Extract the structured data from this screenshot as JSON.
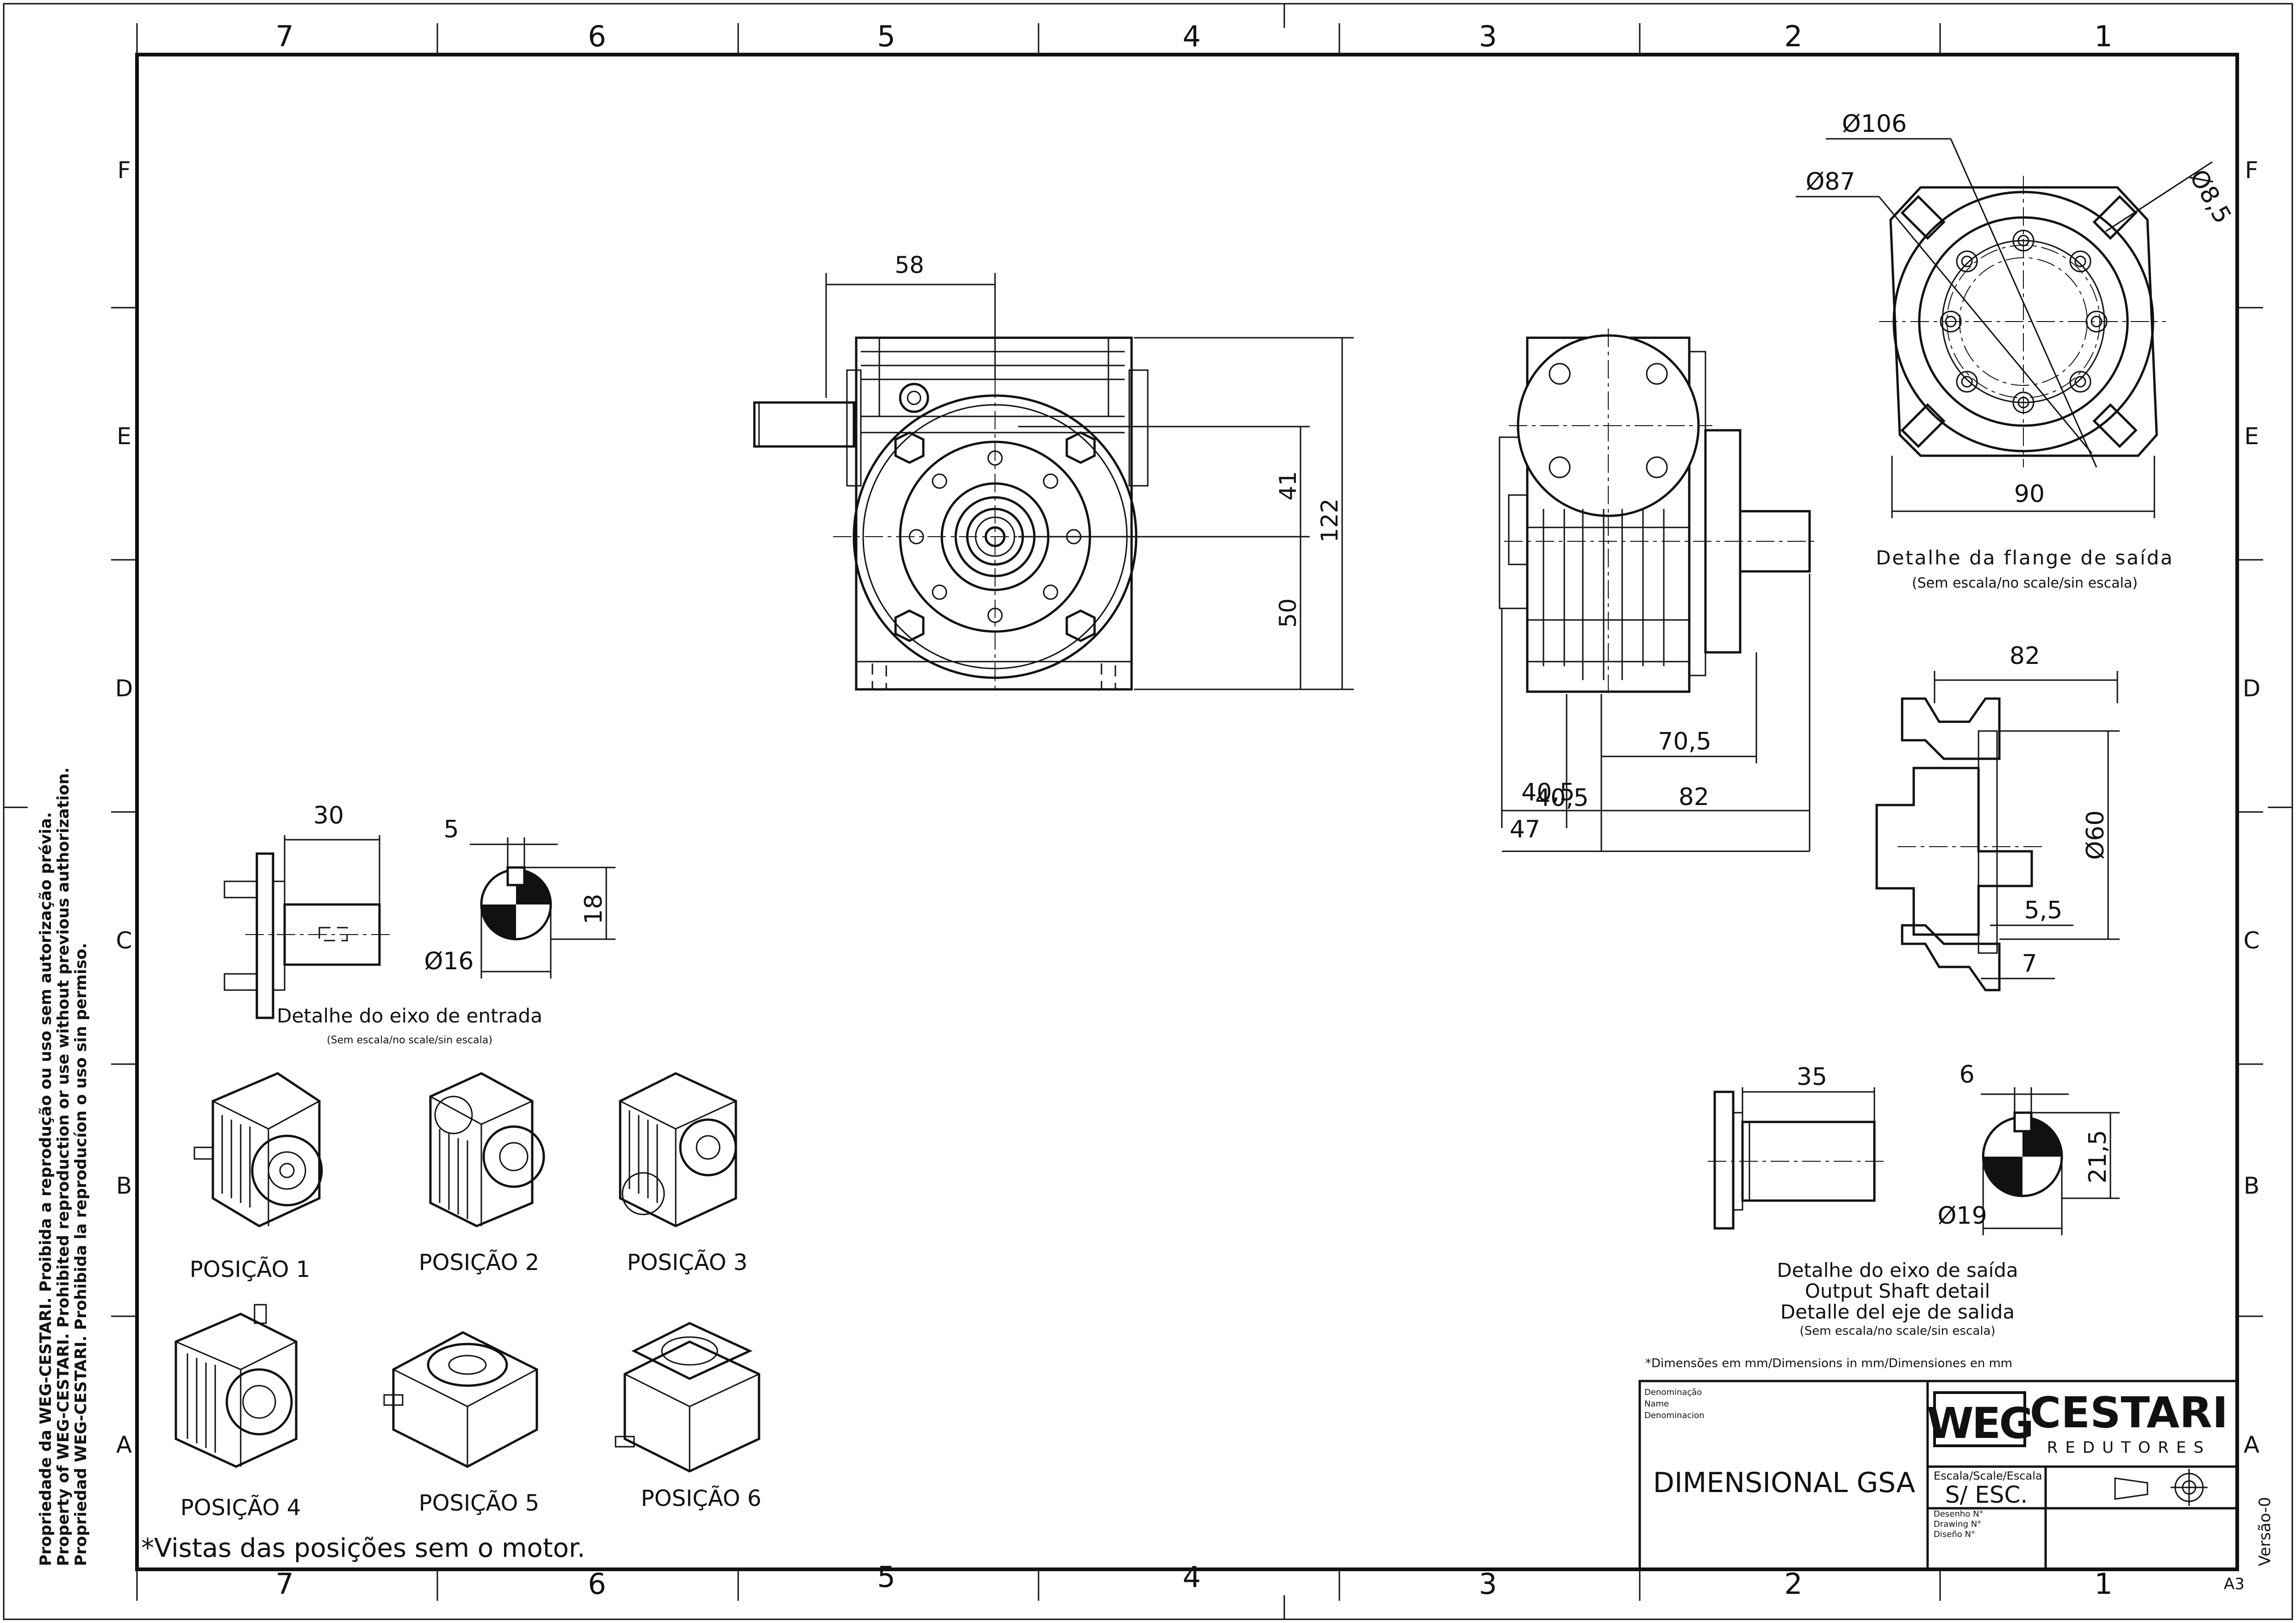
{
  "border": {
    "columns": [
      "7",
      "6",
      "5",
      "4",
      "3",
      "2",
      "1"
    ],
    "rows": [
      "F",
      "E",
      "D",
      "C",
      "B",
      "A"
    ]
  },
  "copyright": {
    "line1": "Propriedade da WEG-CESTARI. Proibida a reprodução ou uso sem autorização prévia.",
    "line2": "Property of WEG-CESTARI. Prohibited reproduction or use without previous authorization.",
    "line3": "Propriedad WEG-CESTARI. Prohibida la reproducíon o uso sin permiso."
  },
  "dimensions": {
    "d58": "58",
    "d41": "41",
    "d122": "122",
    "d50": "50",
    "d106": "Ø106",
    "d87": "Ø87",
    "d85": "Ø8,5",
    "d90": "90",
    "d82a": "82",
    "d705": "70,5",
    "d405a": "40,5",
    "d405b": "40,5",
    "d82b": "82",
    "d47": "47",
    "d60": "Ø60",
    "d55": "5,5",
    "d7": "7",
    "d30": "30",
    "d5": "5",
    "d18": "18",
    "d16": "Ø16",
    "d35": "35",
    "d6": "6",
    "d215": "21,5",
    "d19": "Ø19"
  },
  "captions": {
    "flange_title": "Detalhe da flange de saída",
    "flange_sub": "(Sem escala/no scale/sin escala)",
    "input_title": "Detalhe do eixo de entrada",
    "input_sub": "(Sem escala/no scale/sin escala)",
    "output_title1": "Detalhe do eixo de saída",
    "output_title2": "Output Shaft detail",
    "output_title3": "Detalle del eje de salida",
    "output_sub": "(Sem escala/no scale/sin escala)",
    "positions": [
      "POSIÇÃO 1",
      "POSIÇÃO 2",
      "POSIÇÃO 3",
      "POSIÇÃO 4",
      "POSIÇÃO 5",
      "POSIÇÃO 6"
    ],
    "views_note": "*Vistas das posições sem o motor.",
    "units_note": "*Dimensões em mm/Dimensions in mm/Dimensiones en mm"
  },
  "title_block": {
    "denominacao_label1": "Denominação",
    "denominacao_label2": "Name",
    "denominacao_label3": "Denominacion",
    "title": "DIMENSIONAL GSA",
    "brand_weg": "WEG",
    "brand_name": "CESTARI",
    "brand_sub": "REDUTORES",
    "scale_label": "Escala/Scale/Escala",
    "scale_value": "S/  ESC.",
    "drawing_label1": "Desenho  N°",
    "drawing_label2": "Drawing  N°",
    "drawing_label3": "Diseño  N°",
    "version": "Versão-0",
    "sheet_size": "A3"
  }
}
